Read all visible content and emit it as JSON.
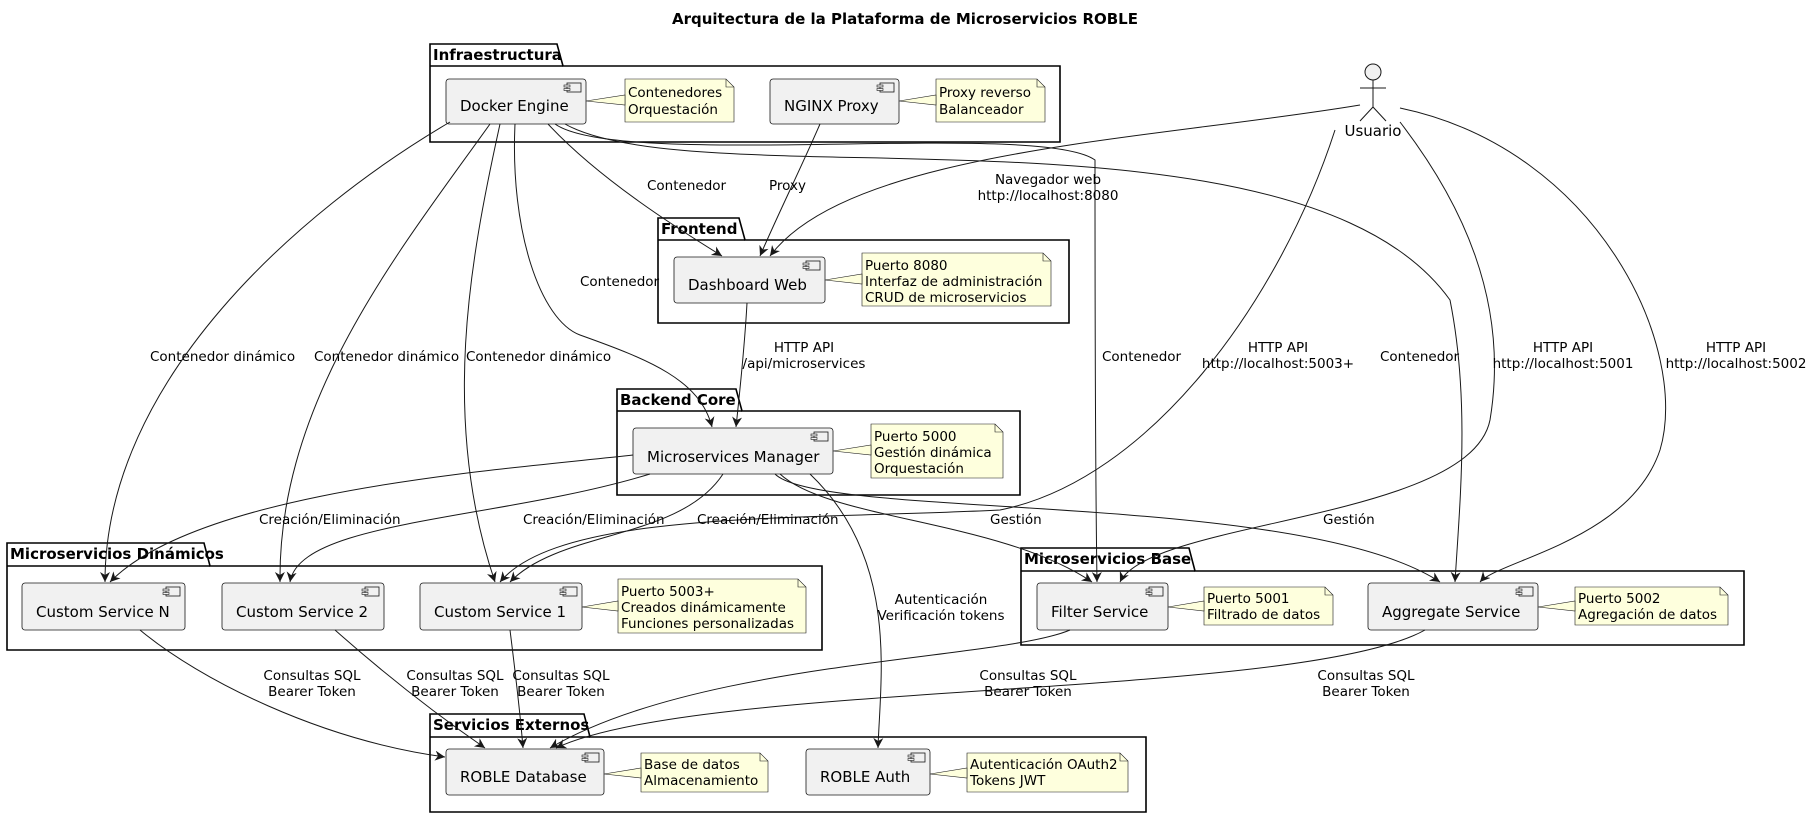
{
  "title": "Arquitectura de la Plataforma de Microservicios ROBLE",
  "actor": {
    "label": "Usuario"
  },
  "packages": {
    "infra": "Infraestructura",
    "frontend": "Frontend",
    "backend": "Backend Core",
    "dyn": "Microservicios Dinámicos",
    "base": "Microservicios Base",
    "ext": "Servicios Externos"
  },
  "components": {
    "docker": "Docker Engine",
    "nginx": "NGINX Proxy",
    "dashboard": "Dashboard Web",
    "manager": "Microservices Manager",
    "csn": "Custom Service N",
    "cs2": "Custom Service 2",
    "cs1": "Custom Service 1",
    "filter": "Filter Service",
    "aggregate": "Aggregate Service",
    "db": "ROBLE Database",
    "auth": "ROBLE Auth"
  },
  "notes": {
    "docker": [
      "Contenedores",
      "Orquestación"
    ],
    "nginx": [
      "Proxy reverso",
      "Balanceador"
    ],
    "dashboard": [
      "Puerto 8080",
      "Interfaz de administración",
      "CRUD de microservicios"
    ],
    "manager": [
      "Puerto 5000",
      "Gestión dinámica",
      "Orquestación"
    ],
    "cs1": [
      "Puerto 5003+",
      "Creados dinámicamente",
      "Funciones personalizadas"
    ],
    "filter": [
      "Puerto 5001",
      "Filtrado de datos"
    ],
    "aggregate": [
      "Puerto 5002",
      "Agregación de datos"
    ],
    "db": [
      "Base de datos",
      "Almacenamiento"
    ],
    "auth": [
      "Autenticación OAuth2",
      "Tokens JWT"
    ]
  },
  "edges": {
    "contenedor": "Contenedor",
    "contenedor_dinamico": "Contenedor dinámico",
    "proxy": "Proxy",
    "navegador": [
      "Navegador web",
      "http://localhost:8080"
    ],
    "http_api_ms": [
      "HTTP API",
      "/api/microservices"
    ],
    "http_5003": [
      "HTTP API",
      "http://localhost:5003+"
    ],
    "http_5001": [
      "HTTP API",
      "http://localhost:5001"
    ],
    "http_5002": [
      "HTTP API",
      "http://localhost:5002"
    ],
    "creacion": "Creación/Eliminación",
    "gestion": "Gestión",
    "autenticacion": [
      "Autenticación",
      "Verificación tokens"
    ],
    "consultas": [
      "Consultas SQL",
      "Bearer Token"
    ]
  },
  "colors": {
    "component_fill": "#f1f1f1",
    "note_fill": "#feffdd",
    "stroke": "#181818"
  }
}
